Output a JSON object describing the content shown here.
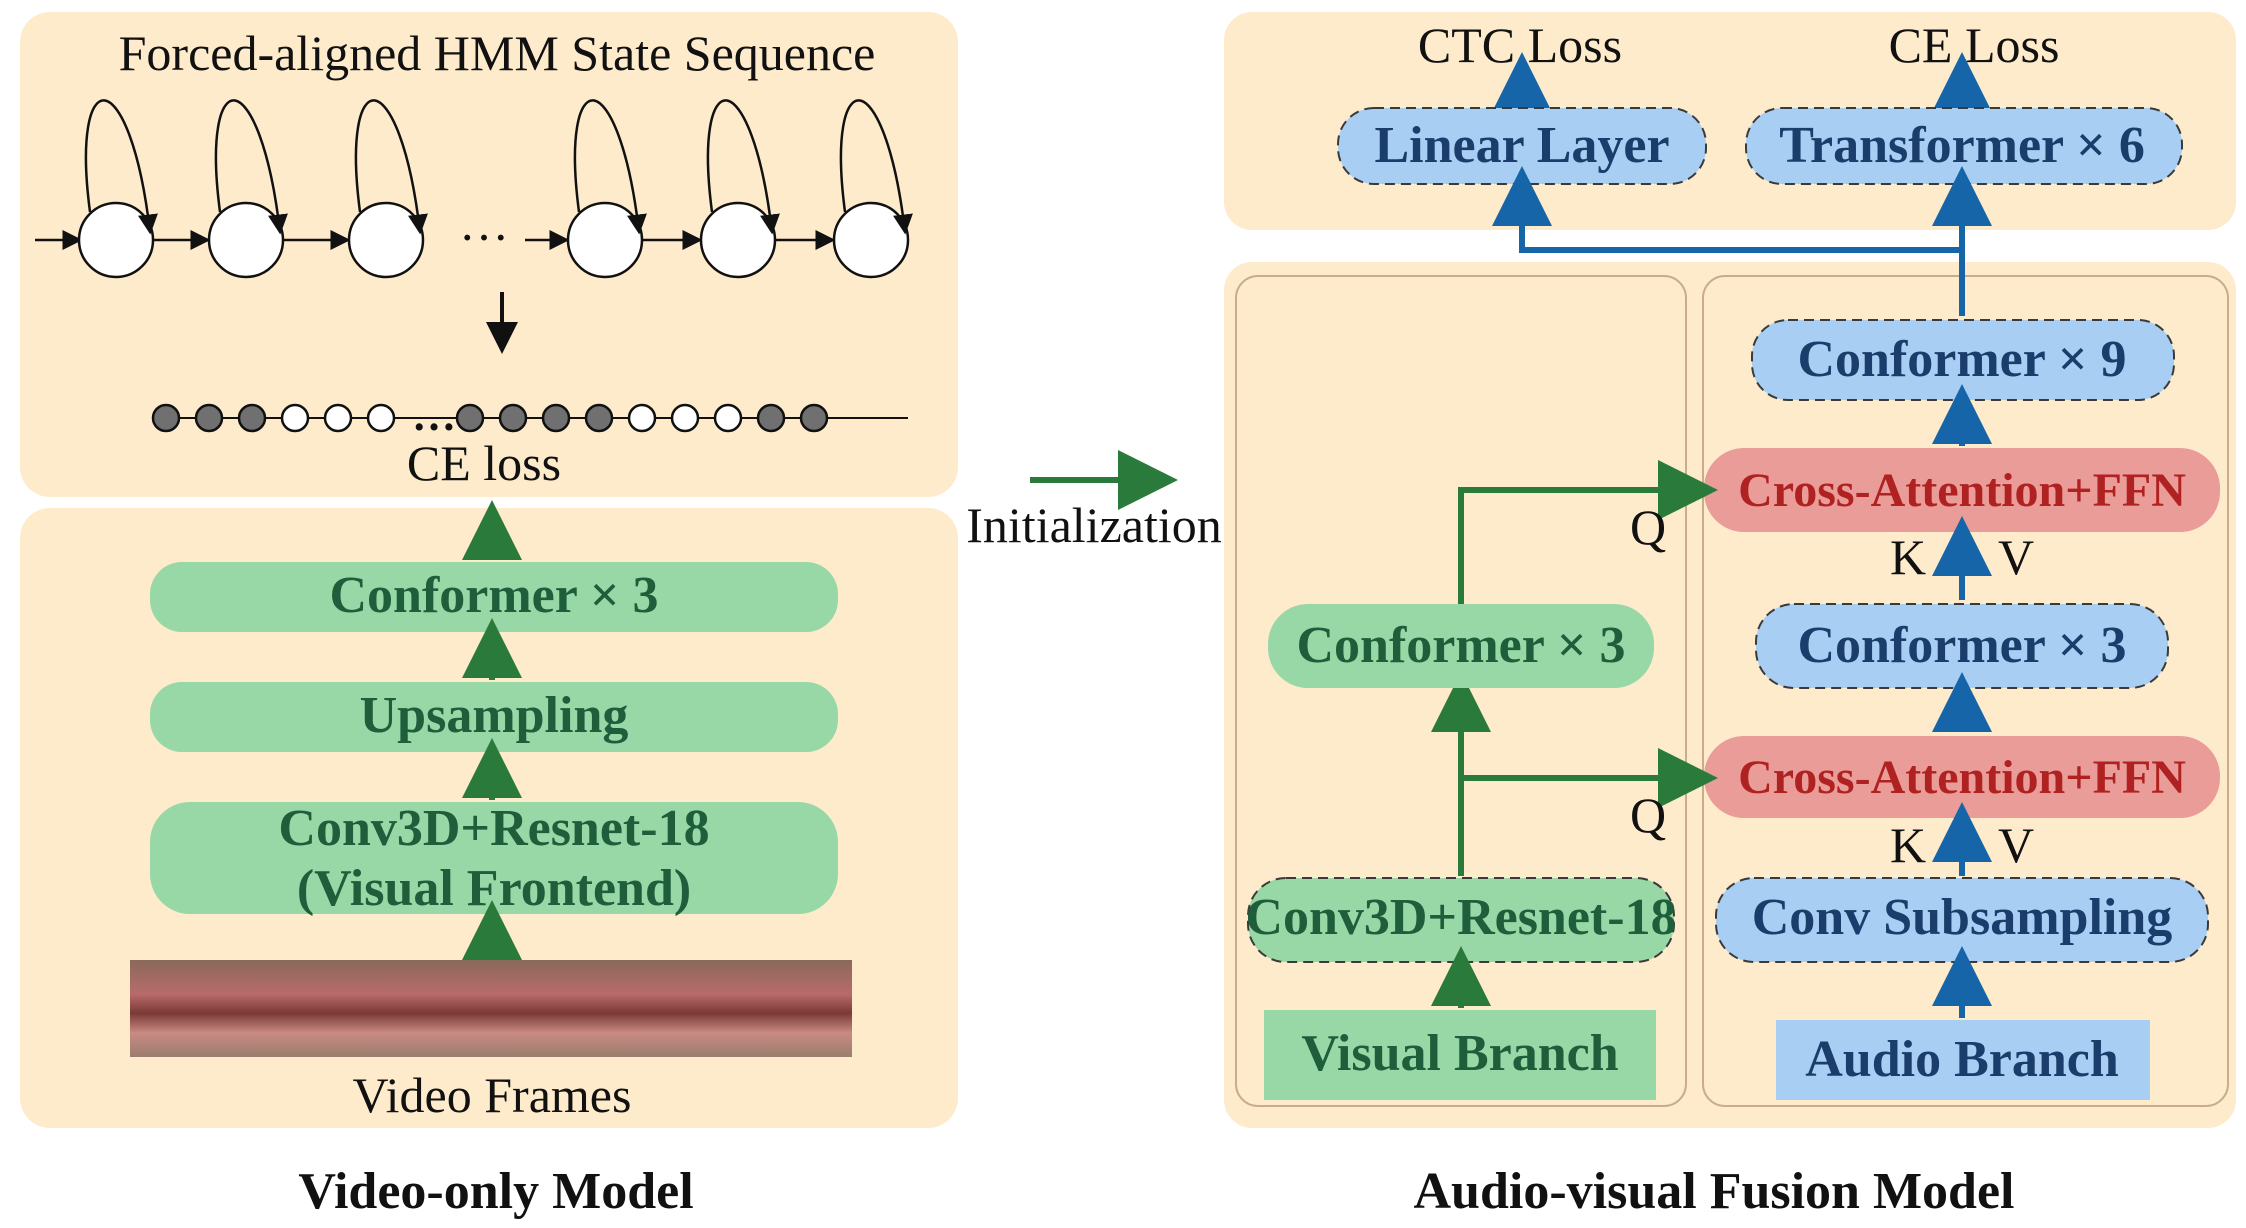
{
  "left": {
    "hmm_title": "Forced-aligned HMM State Sequence",
    "ellipsis": "…",
    "ce_loss": "CE loss",
    "blocks": {
      "conformer": "Conformer × 3",
      "upsampling": "Upsampling",
      "frontend_line1": "Conv3D+Resnet-18",
      "frontend_line2": "(Visual Frontend)"
    },
    "video_frames": "Video Frames",
    "caption": "Video-only Model"
  },
  "middle": {
    "initialization": "Initialization"
  },
  "right": {
    "ctc_loss": "CTC Loss",
    "ce_loss": "CE Loss",
    "linear_layer": "Linear Layer",
    "transformer": "Transformer × 6",
    "audio": {
      "conformer9": "Conformer × 9",
      "cross_top": "Cross-Attention+FFN",
      "conformer3": "Conformer × 3",
      "cross_bottom": "Cross-Attention+FFN",
      "conv_sub": "Conv Subsampling",
      "branch": "Audio Branch"
    },
    "visual": {
      "conformer3": "Conformer × 3",
      "frontend": "Conv3D+Resnet-18",
      "branch": "Visual Branch"
    },
    "q": "Q",
    "k": "K",
    "v": "V",
    "caption": "Audio-visual Fusion Model"
  },
  "colors": {
    "panel": "#fdebcc",
    "green_box": "#98d7a6",
    "blue_box": "#a8cff3",
    "red_box": "#e99c98",
    "green_arrow": "#2a7a3c",
    "blue_arrow": "#1565a8"
  },
  "state_sequence": [
    "dark",
    "dark",
    "dark",
    "light",
    "light",
    "light",
    "dark",
    "dark",
    "dark",
    "dark",
    "light",
    "light",
    "light",
    "dark",
    "dark"
  ]
}
